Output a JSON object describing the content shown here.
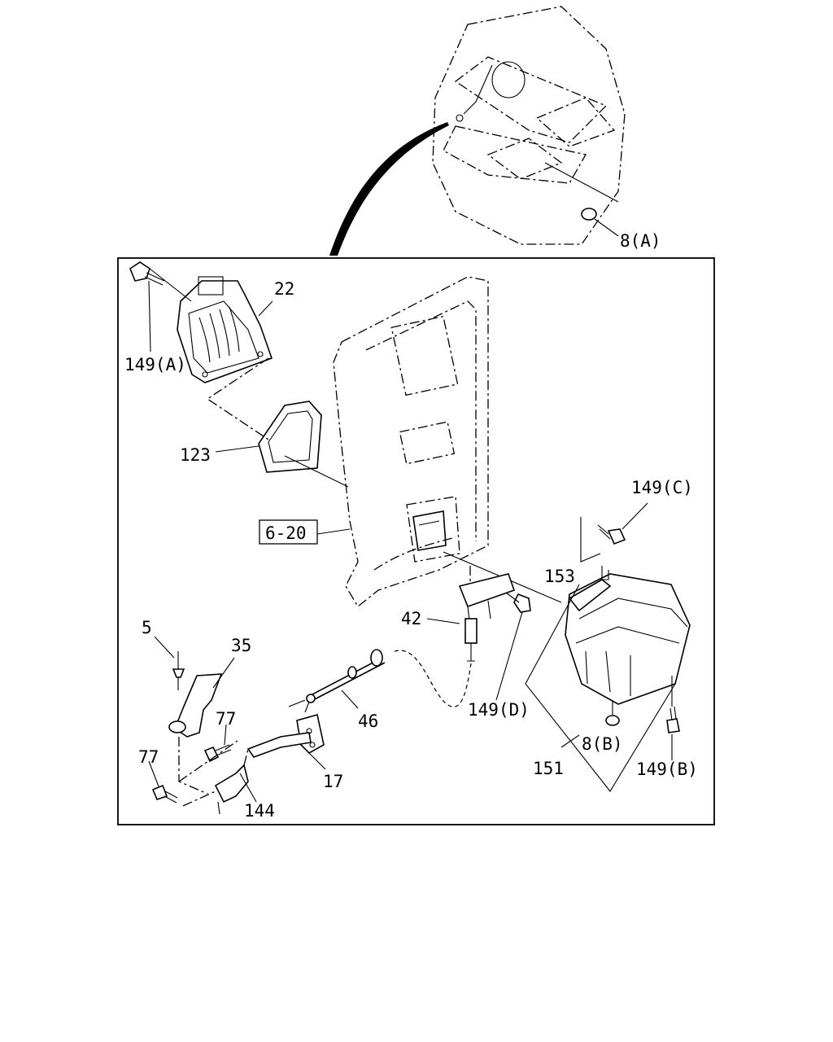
{
  "labels": {
    "p8a": "8(A)",
    "p22": "22",
    "p149a": "149(A)",
    "p123": "123",
    "p620": "6-20",
    "p149c": "149(C)",
    "p153": "153",
    "p42": "42",
    "p5": "5",
    "p35": "35",
    "p149d": "149(D)",
    "p77a": "77",
    "p46": "46",
    "p77b": "77",
    "p17": "17",
    "p144": "144",
    "p8b": "8(B)",
    "p151": "151",
    "p149b": "149(B)"
  }
}
